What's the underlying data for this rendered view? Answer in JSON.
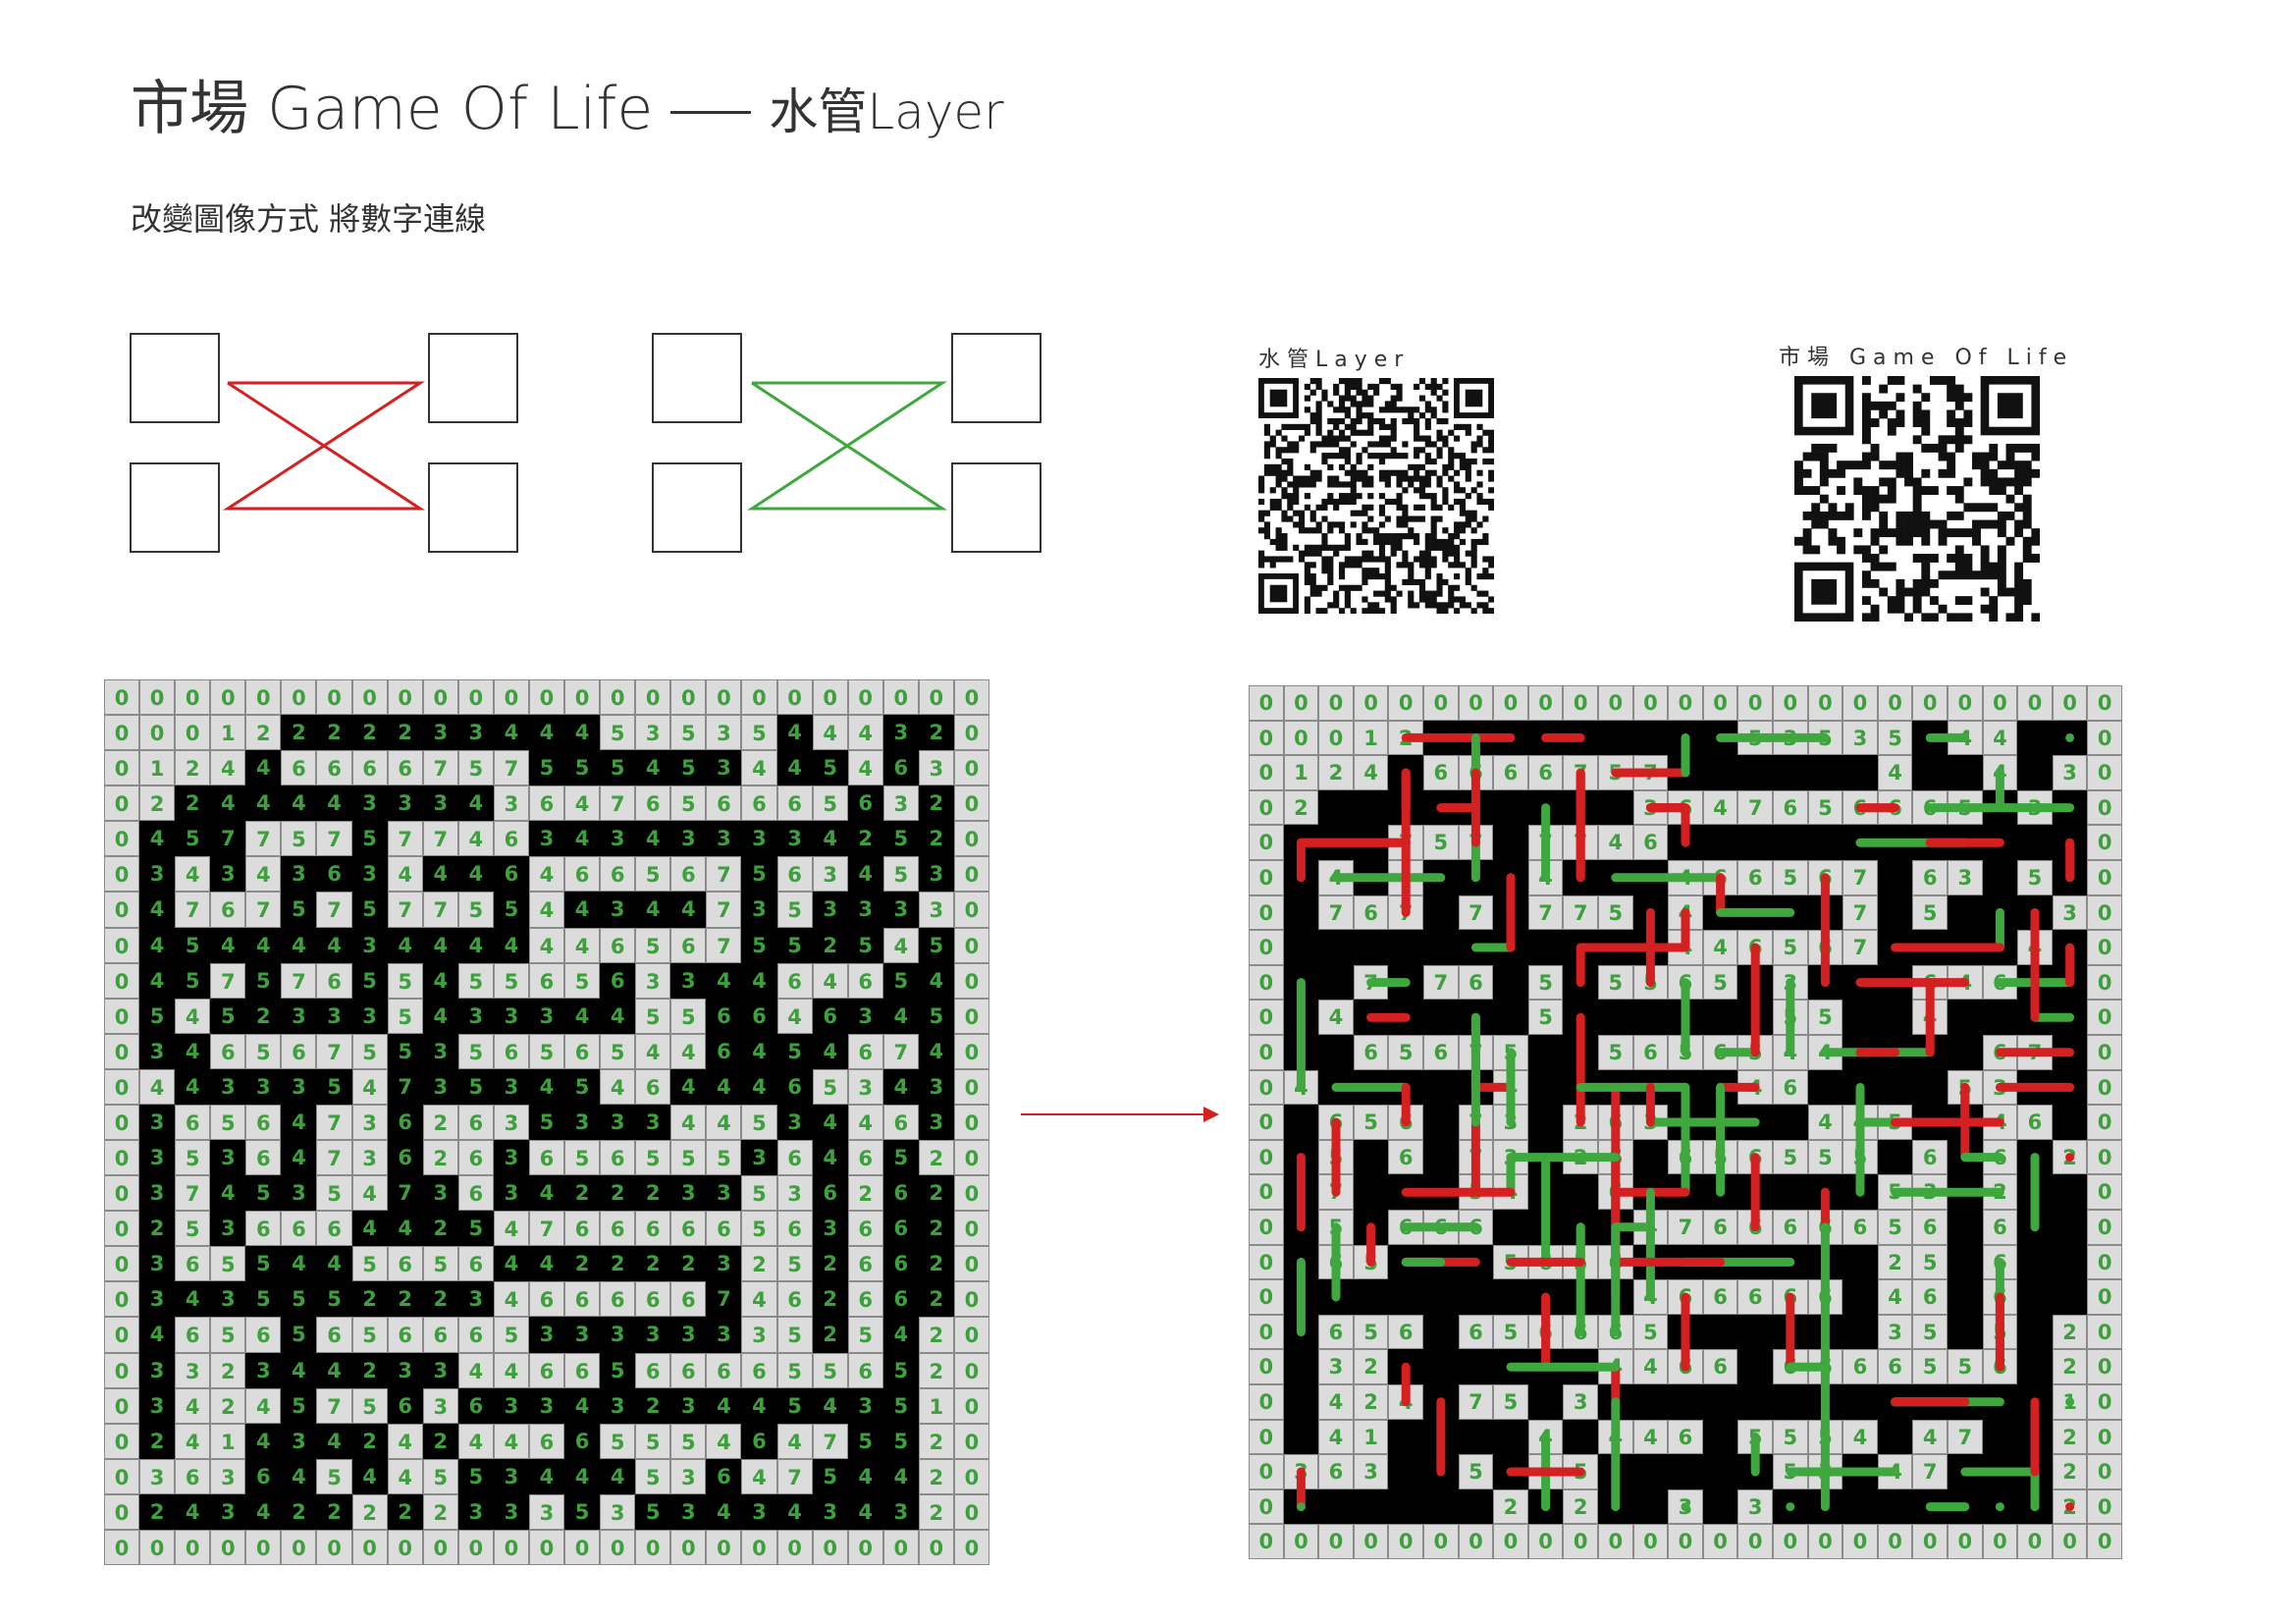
{
  "header": {
    "title_main": "市場 Game Of Life",
    "title_sub": "水管Layer",
    "subtitle": "改變圖像方式 將數字連線"
  },
  "qr_codes": [
    {
      "label": "水管Layer",
      "icon": "qr-code-icon",
      "center_icon": "dinosaur-icon"
    },
    {
      "label": "市場 Game Of Life",
      "icon": "qr-code-icon"
    }
  ],
  "diagram": {
    "left_color": "#d42020",
    "right_color": "#3ea83e",
    "arrow_color": "#d42020"
  },
  "grid_rows": [
    "0000000000000000000000000",
    "0001222223344453535444320",
    "0124466667575554534454630",
    "0224444333436476566656320",
    "0457757577463434333342520",
    "0343436344464665675634530",
    "0476757577554434473533330",
    "0454444344444465675525450",
    "0457576554556563344646540",
    "0545233354333445566463450",
    "0346567553565654464546740",
    "0443335473534546444653430",
    "0365647362635333445344630",
    "0353647362636565553646520",
    "0374535473634222335362620",
    "0253666442547666665636620",
    "0365544565644222232526620",
    "0343555222346666674626620",
    "0465656566653333333525420",
    "0332344233446656666556520",
    "0342457563633432344543510",
    "0241434242446655546475520",
    "0363645445534445364754420",
    "0243422222333535343434320",
    "0000000000000000000000000"
  ],
  "grid_cells_on": [
    "1111111111111111111111111",
    "1111100000000011111011001",
    "1111011111110000001001011",
    "1100000000011111111110101",
    "1000111011110000000000001",
    "1010100010001111110110101",
    "1011101011101000010100011",
    "1000000000001111110000101",
    "1001011010111101000111001",
    "1010000010000001100100001",
    "1001111100111111100001101",
    "1100000100000011000011001",
    "1011101101110000111001101",
    "1010101101101111110101011",
    "1010001100100000001101001",
    "1010111000011111111101001",
    "1011000111100000001101001",
    "1000000000011111101101001",
    "1011101111110000001101011",
    "1011000000111101111111011",
    "1011101101000000000000011",
    "1011000010111011110110011",
    "1111001011000001101100011",
    "1000000101001010000000011",
    "1111111111111111111111111"
  ]
}
